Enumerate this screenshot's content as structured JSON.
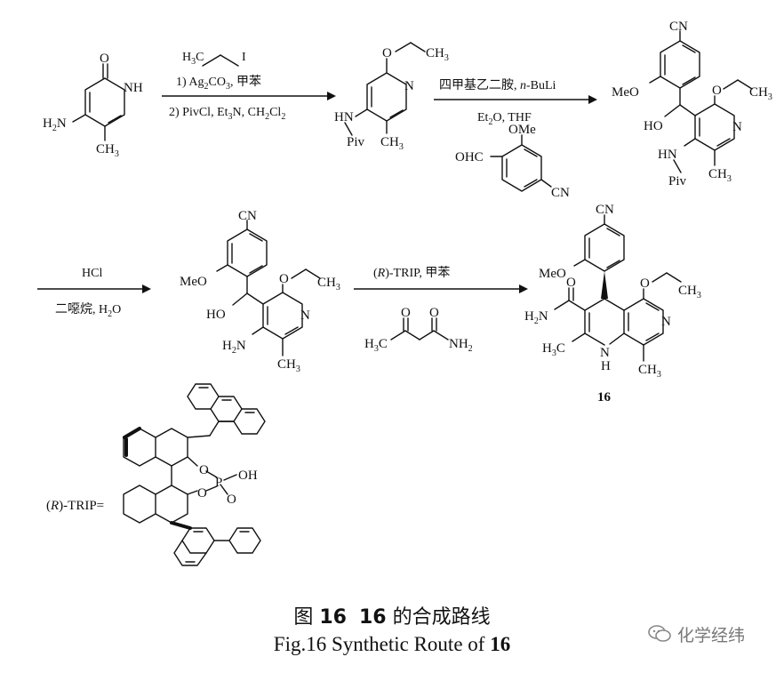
{
  "reagents": {
    "ethyl_iodide": [
      "H",
      "3",
      "C",
      "I"
    ],
    "step1_line1": [
      "1) Ag",
      "2",
      "CO",
      "3",
      ", 甲苯"
    ],
    "step1_line2": [
      "2) PivCl, Et",
      "3",
      "N, CH",
      "2",
      "Cl",
      "2"
    ],
    "step2_line1": [
      "四甲基乙二胺, ",
      "n",
      "-BuLi"
    ],
    "step2_line2": [
      "Et",
      "2",
      "O, THF"
    ],
    "step3_line1": "HCl",
    "step3_line2": [
      "二噁烷, H",
      "2",
      "O"
    ],
    "step4_line1": [
      "(",
      "R",
      ")-TRIP, 甲苯"
    ]
  },
  "atoms": {
    "O": "O",
    "N": "N",
    "NH": "NH",
    "H": "H",
    "HN": "HN",
    "Piv": "Piv",
    "CH3": [
      "CH",
      "3"
    ],
    "H3C": [
      "H",
      "3",
      "C"
    ],
    "H2N": [
      "H",
      "2",
      "N"
    ],
    "NH2": [
      "NH",
      "2"
    ],
    "H2N_amine": [
      "H",
      "2",
      "N"
    ],
    "CN": "CN",
    "MeO": "MeO",
    "OMe": "OMe",
    "OHC": "OHC",
    "HO": "HO",
    "OH": "OH",
    "P": "P"
  },
  "trip_label": [
    "(",
    "R",
    ")-TRIP="
  ],
  "compound_16": "16",
  "caption": {
    "cn_prefix": "图",
    "cn_num1": "16",
    "cn_num2": "16",
    "cn_suffix": "的合成路线",
    "en_prefix": "Fig.16   Synthetic Route of",
    "en_num": "16"
  },
  "watermark": "化学经纬"
}
